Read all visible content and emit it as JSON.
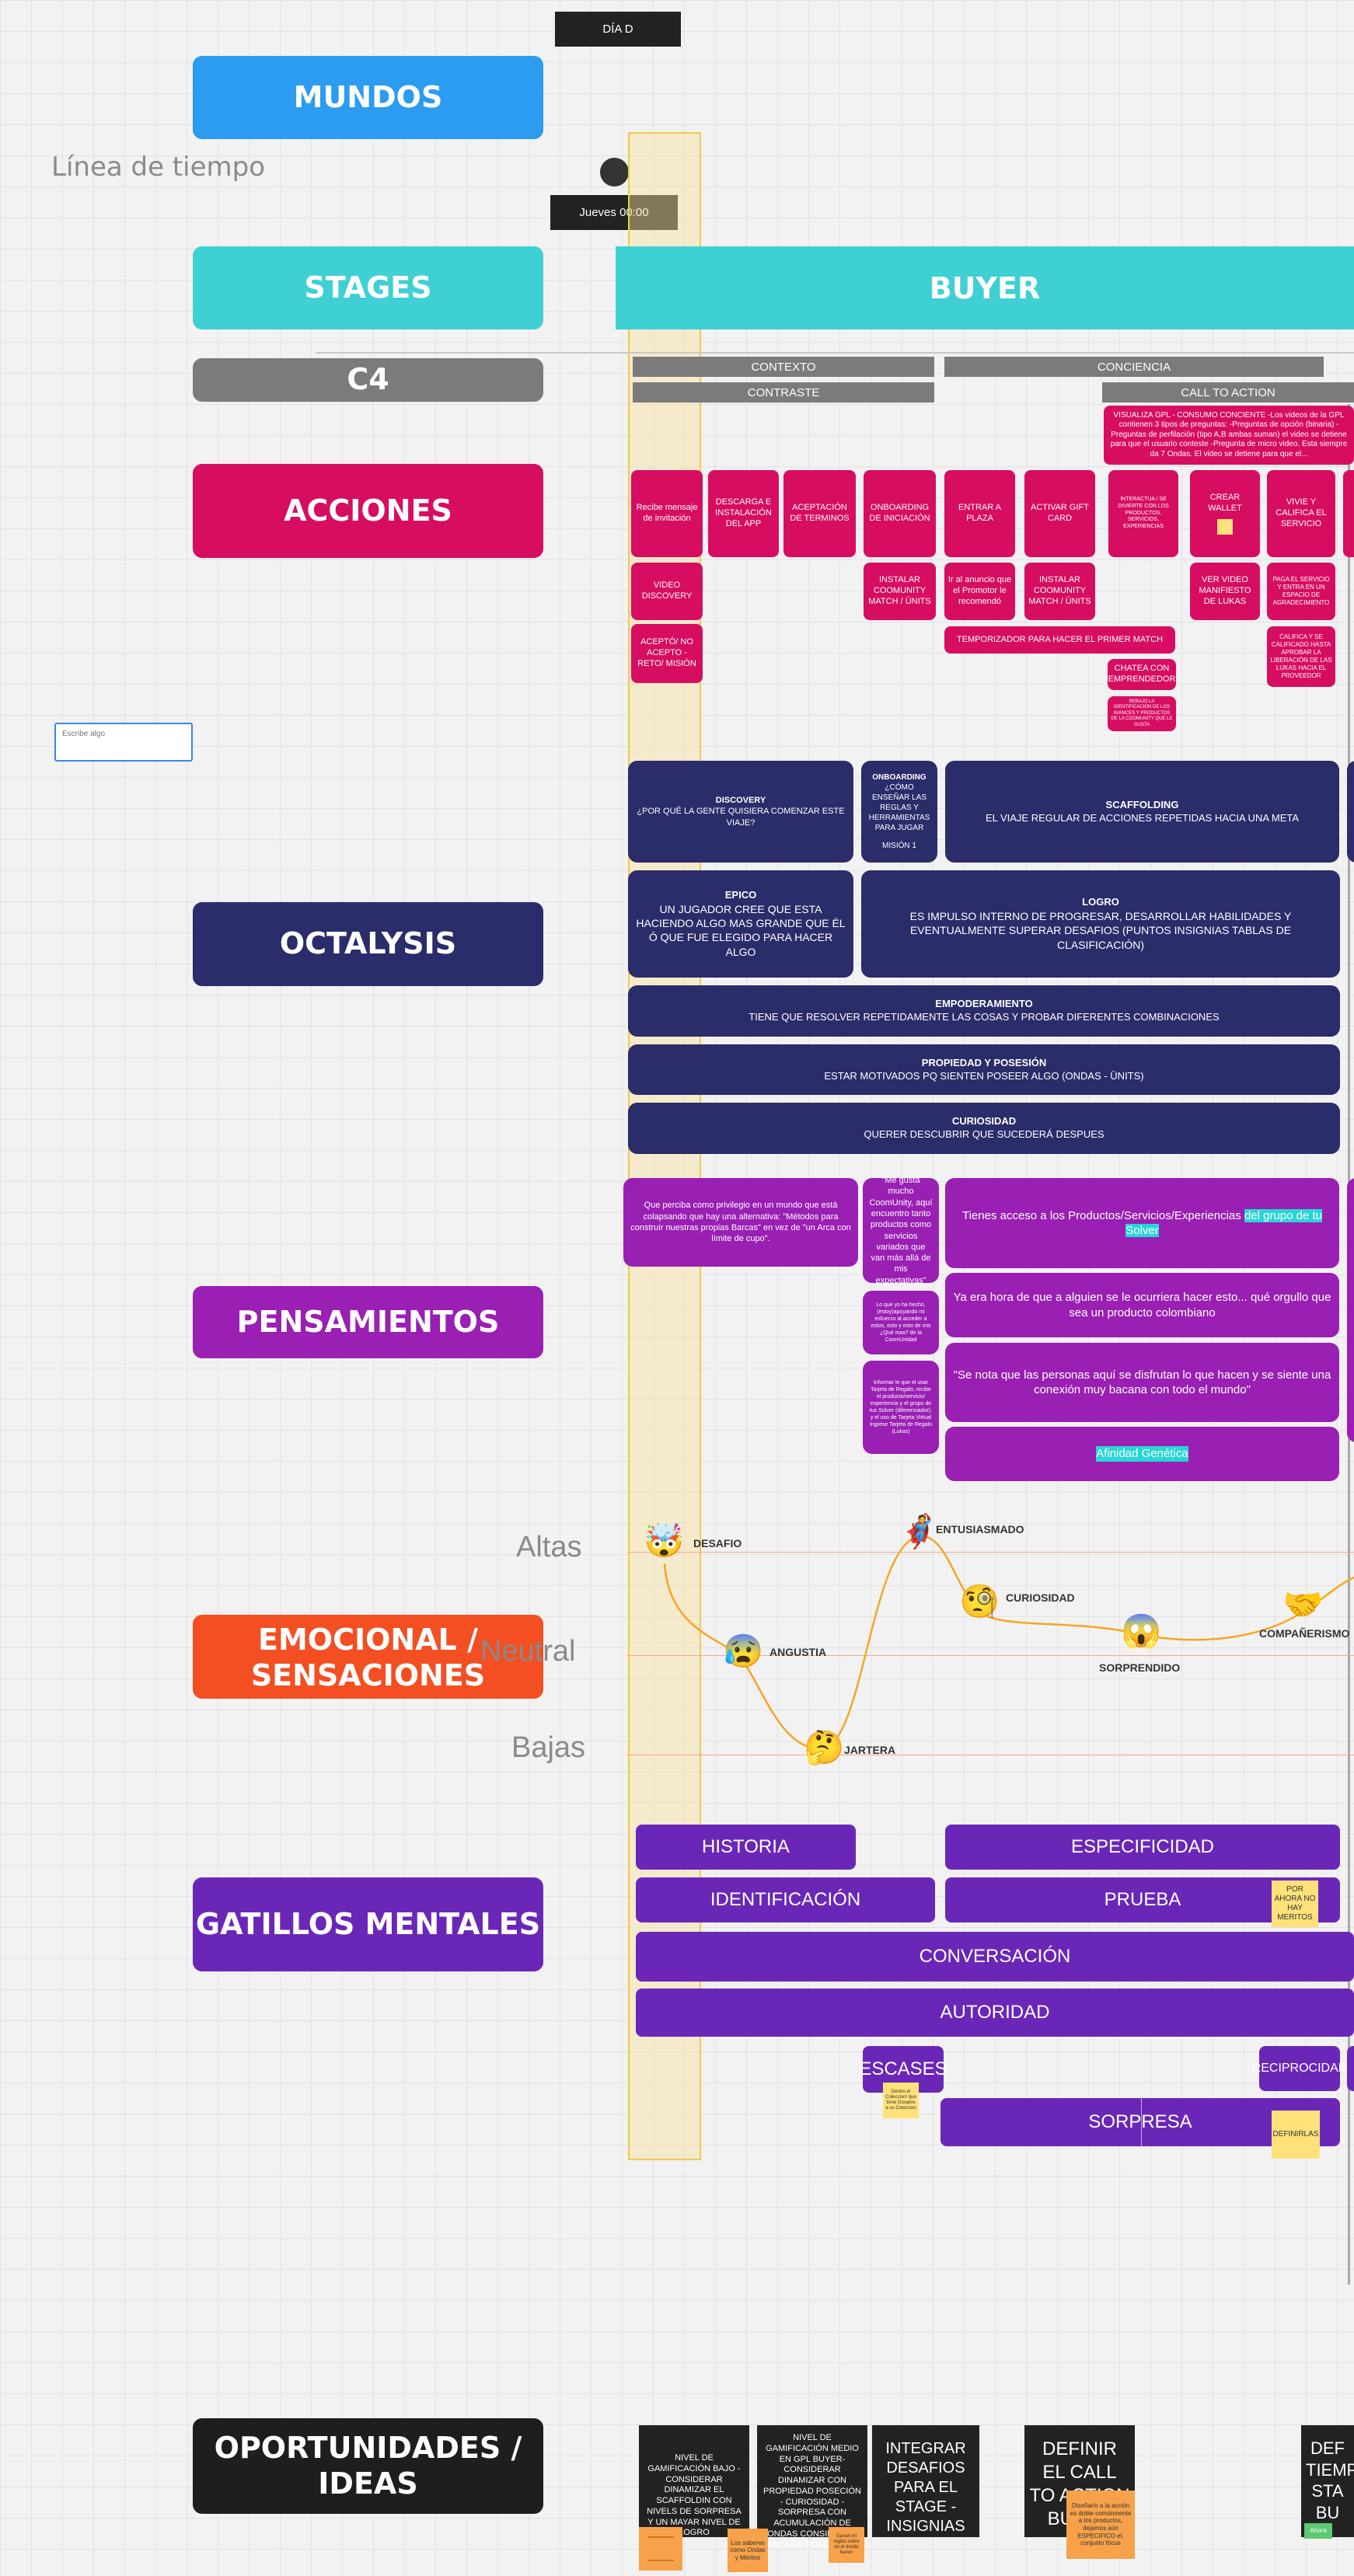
{
  "header": {
    "dia": "DÍA D",
    "jueves": "Jueves 00:00",
    "timeline": "Línea de tiempo"
  },
  "lanes": {
    "mundos": "MUNDOS",
    "stages": "STAGES",
    "c4": "C4",
    "acciones": "ACCIONES",
    "octalysis": "OCTALYSIS",
    "pensamientos": "PENSAMIENTOS",
    "emocional": "EMOCIONAL / SENSACIONES",
    "gatillos": "GATILLOS MENTALES",
    "oportunidades": "OPORTUNIDADES / IDEAS"
  },
  "stage": {
    "buyer": "BUYER"
  },
  "c4": {
    "contexto": "CONTEXTO",
    "contraste": "CONTRASTE",
    "conciencia": "CONCIENCIA",
    "call_to_action": "CALL TO ACTION"
  },
  "input": {
    "placeholder": "Escribe algo"
  },
  "acciones": {
    "visualiza": "VISUALIZA GPL - CONSUMO CONCIENTE -Los videos de la GPL contienen 3 tipos de preguntas: -Preguntas de opción (binaria) -Preguntas de perfilación (tipo A,B ambas suman) el video se detiene para que el usuario conteste -Pregunta de micro video. Esta siempre da 7 Ondas. El video se detiene para que el...",
    "recibe": "Recibe mensaje de invitación",
    "descarga": "DESCARGA E INSTALACIÓN DEL APP",
    "aceptacion": "ACEPTACIÓN DE TERMINOS",
    "onboarding": "ONBOARDING DE INICIACIÓN",
    "entrar": "ENTRAR A PLAZA",
    "activar": "ACTIVAR GIFT CARD",
    "interactua": "INTERACTÚA / SE DIVIERTE CON LOS PRODUCTOS, SERVICIOS, EXPERIENCIAS",
    "crear_wallet": "CREAR WALLET",
    "vive": "VIVIE Y CALIFICA EL SERVICIO",
    "video_discovery": "VIDEO DISCOVERY",
    "instalar1": "INSTALAR COOMUNITY MATCH / ÜNITS",
    "ir_anuncio": "Ir al anuncio que el Promotor le recomendó",
    "instalar2": "INSTALAR COOMUNITY MATCH / ÜNITS",
    "ver_video": "VER VIDEO MANIFIESTO DE LUKAS",
    "paga": "PAGA EL SERVICIO Y ENTRA EN UN ESPACIO DE AGRADECIMIENTO",
    "acepto": "ACEPTÓ/ NO ACEPTO - RETO/ MISIÓN",
    "temporizador": "TEMPORIZADOR PARA HACER EL PRIMER MATCH",
    "chatea": "CHATEA CON EMPRENDEDOR",
    "califica": "CALIFICA Y SE CALIFICADO HASTA APROBAR LA LIBERACIÓN DE LAS LUKAS HACIA EL PROVEEDOR",
    "rebajo": "REBAJO LA IDENTIFICACIÓN DE LOS AVANCES Y PRODUCTOS DE LA COOMUNITY QUE LE GUSTA"
  },
  "octalysis": {
    "discovery_t": "DISCOVERY",
    "discovery_d": "¿POR QUÉ LA GENTE QUISIERA COMENZAR ESTE VIAJE?",
    "onboarding_t": "ONBOARDING",
    "onboarding_d": "¿CÓMO ENSEÑAR LAS REGLAS Y HERRAMIENTAS PARA JUGAR",
    "onboarding_m": "MISIÓN 1",
    "scaffolding_t": "SCAFFOLDING",
    "scaffolding_d": "EL VIAJE REGULAR DE ACCIONES REPETIDAS HACIA UNA META",
    "epico_t": "EPICO",
    "epico_d": "UN JUGADOR CREE QUE ESTA HACIENDO ALGO MAS GRANDE QUE ÉL Ó QUE FUE ELEGIDO PARA HACER ALGO",
    "logro_t": "LOGRO",
    "logro_d": "ES IMPULSO INTERNO DE PROGRESAR, DESARROLLAR HABILIDADES Y EVENTUALMENTE SUPERAR DESAFIOS (PUNTOS INSIGNIAS TABLAS DE CLASIFICACIÓN)",
    "empoderamiento_t": "EMPODERAMIENTO",
    "empoderamiento_d": "TIENE QUE RESOLVER REPETIDAMENTE LAS COSAS Y PROBAR DIFERENTES COMBINACIONES",
    "propiedad_t": "PROPIEDAD Y POSESIÓN",
    "propiedad_d": "ESTAR MOTIVADOS PQ SIENTEN POSEER ALGO (ONDAS - ÜNITS)",
    "curiosidad_t": "CURIOSIDAD",
    "curiosidad_d": "QUERER DESCUBRIR QUE SUCEDERÁ DESPUES"
  },
  "pensamientos": {
    "privilegio": "Que perciba como privilegio en un mundo que está colapsando que hay una alternativa: \"Métodos para construir nuestras propias Barcas\" en vez de \"un Arca con límite de cupo\".",
    "me_gusta": "\"Me gusta mucho CoomUnity, aquí encuentro tanto productos como servicios variados que van más allá de mis expectativas\"",
    "lo_que": "Lo que yo ha hecho, (estoy)apoyando mi esfuerzo al acceder a estos, esto y esto de mis ¿Qué mas? de la CoomUnidad",
    "informe": "Informar le que el usar Tarjeta de Regalo, recibe el producto/servicio/ experiencia y el grupo de tus Solver (diferenciador), y el uso de Tarjeta Virtual Ingrese Tarjeta de Regalo (Lukas)",
    "tienes_pre": "Tienes acceso a los Productos/Servicios/Experiencias ",
    "tienes_hl": "del grupo de tu Solver",
    "ya_era": "Ya era hora de que a alguien se le ocurriera hacer esto... qué orgullo que sea un producto colombiano",
    "se_nota": "\"Se nota que las personas aquí se disfrutan lo que hacen y se siente una conexión muy bacana con todo el mundo\"",
    "afinidad": "Afinidad Genética"
  },
  "emocional": {
    "altas": "Altas",
    "neutral": "Neutral",
    "bajas": "Bajas",
    "desafio": "DESAFIO",
    "angustia": "ANGUSTIA",
    "jartera": "JARTERA",
    "entusiasmado": "ENTUSIASMADO",
    "curiosidad": "CURIOSIDAD",
    "sorprendido": "SORPRENDIDO",
    "companerismo": "COMPAÑERISMO"
  },
  "gatillos": {
    "historia": "HISTORIA",
    "especificidad": "ESPECIFICIDAD",
    "identificacion": "IDENTIFICACIÓN",
    "prueba": "PRUEBA",
    "conversacion": "CONVERSACIÓN",
    "autoridad": "AUTORIDAD",
    "escases": "ESCASES",
    "reciprocidad": "RECIPROCIDAD",
    "sorpresa": "SORPRESA",
    "por_ahora": "POR AHORA NO HAY MERITOS",
    "definirlas": "DEFINIRLAS",
    "escases_note": "Dentro el Coleccion! que tiene Dorados a su Coleccion"
  },
  "oportunidades": {
    "bajo": "NIVEL DE GAMIFICACIÓN BAJO - CONSIDERAR DINAMIZAR EL SCAFFOLDIN CON NIVELS DE SORPRESA Y UN MAYAR NIVEL DE LOGRO",
    "medio": "NIVEL DE GAMIFICACIÓN MEDIO EN GPL BUYER- CONSIDERAR DINAMIZAR CON PROPIEDAD POSECIÓN - CURIOSIDAD - SORPRESA CON ACUMULACIÓN DE ONDAS CONSIDERAR TABLA DE POSECIONES",
    "integrar": "INTEGRAR DESAFIOS PARA EL STAGE - INSIGNIAS",
    "definir": "DEFINIR EL CALL TO ACTION BUYER",
    "def_tiempo": "DEF TIEMP STA BU",
    "note1": "Los saberes como Ondas y Méritos",
    "note2": "Ganan mi reglas sobre en el donde fueron",
    "note3": "Diseñarlo a la acción es doble comúnmente a los productos, dejamos aún ESPECIFICO el, conjunto fócus",
    "nota_verde": "Ahora"
  },
  "colors": {
    "mundos": "#2b9cf0",
    "stages": "#3fd0d4",
    "c4": "#7b7b7b",
    "acciones": "#d70d61",
    "octalysis": "#2b2c6a",
    "pensamientos": "#9a1fb3",
    "emocional": "#f34f22",
    "gatillos": "#6a27b7",
    "oportunidades": "#1e1e1e"
  }
}
